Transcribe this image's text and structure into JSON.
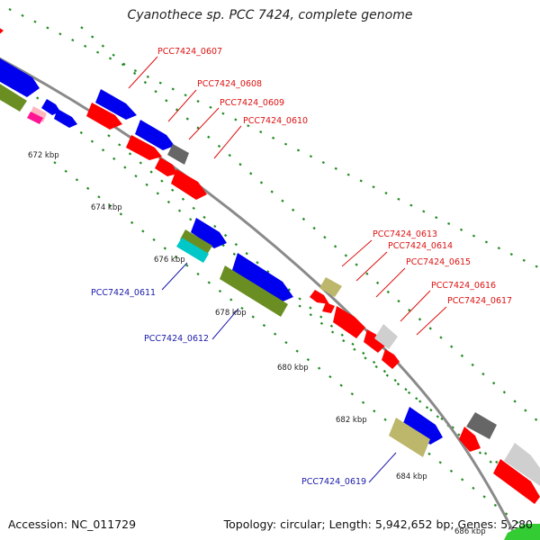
{
  "title": "Cyanothece sp. PCC 7424, complete genome",
  "footer": {
    "accession": "Accession: NC_011729",
    "summary": "Topology: circular; Length: 5,942,652 bp; Genes: 5,280"
  },
  "colors": {
    "backbone": "#8a8a8a",
    "red": "#ff0000",
    "blue": "#0000ee",
    "olive": "#6b8e23",
    "khaki": "#bdb76b",
    "cyan": "#00c8c8",
    "gray": "#aaaaaa",
    "darkgray": "#666666",
    "magenta": "#ff1493",
    "green": "#33cc33",
    "tick": "#228b22"
  },
  "ticks": {
    "k672": "672 kbp",
    "k674": "674 kbp",
    "k676": "676 kbp",
    "k678": "678 kbp",
    "k680": "680 kbp",
    "k682": "682 kbp",
    "k684": "684 kbp",
    "k686": "686 kbp"
  },
  "genes": {
    "g0607": "PCC7424_0607",
    "g0608": "PCC7424_0608",
    "g0609": "PCC7424_0609",
    "g0610": "PCC7424_0610",
    "g0611": "PCC7424_0611",
    "g0612": "PCC7424_0612",
    "g0613": "PCC7424_0613",
    "g0614": "PCC7424_0614",
    "g0615": "PCC7424_0615",
    "g0616": "PCC7424_0616",
    "g0617": "PCC7424_0617",
    "g0619": "PCC7424_0619"
  }
}
